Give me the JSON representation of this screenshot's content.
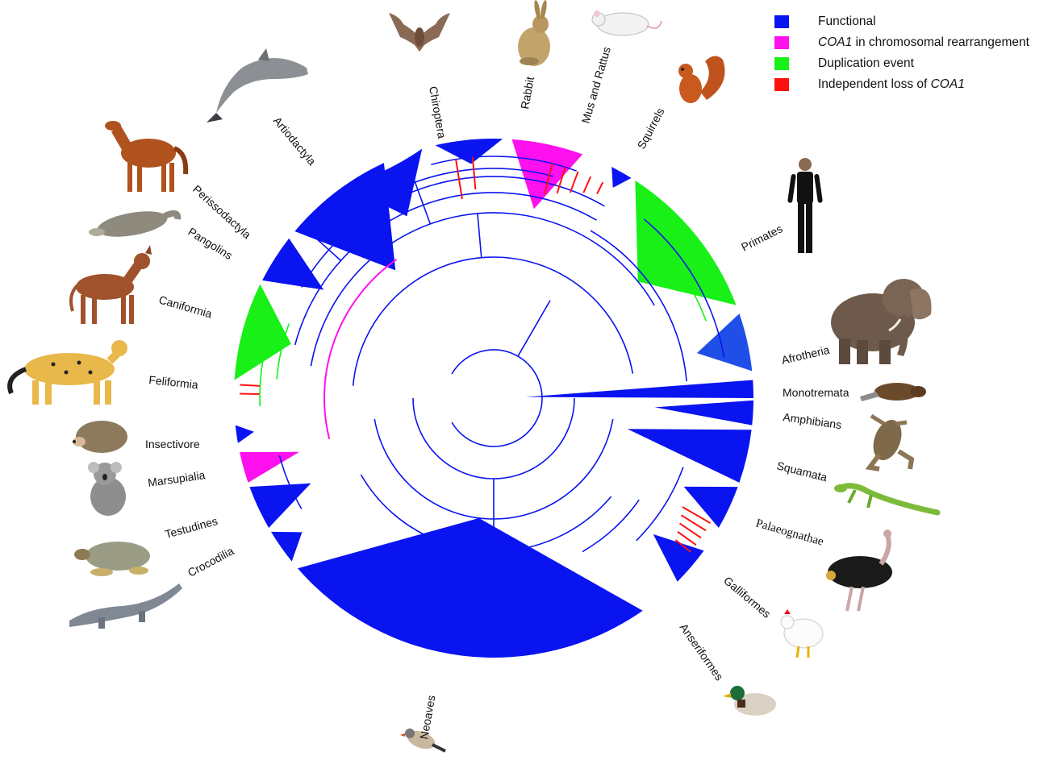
{
  "legend": {
    "items": [
      {
        "key": "functional",
        "color": "#0a14f0",
        "pre": "",
        "em": "",
        "post": "Functional"
      },
      {
        "key": "rearrangement",
        "color": "#ff10ee",
        "pre": "",
        "em": "COA1",
        "post": " in chromosomal rearrangement"
      },
      {
        "key": "duplication",
        "color": "#18f018",
        "pre": "",
        "em": "",
        "post": "Duplication event"
      },
      {
        "key": "loss",
        "color": "#ff1010",
        "pre": "Independent loss of ",
        "em": "COA1",
        "post": ""
      }
    ]
  },
  "colors": {
    "functional": "#0a14f0",
    "rearrangement": "#ff10ee",
    "duplication": "#18f018",
    "loss": "#ff1010",
    "afrotheria": "#1f4fe6"
  },
  "clades": {
    "chiroptera": "Chiroptera",
    "rabbit": "Rabbit",
    "mus_rattus": "Mus and Rattus",
    "squirrels": "Squirrels",
    "primates": "Primates",
    "afrotheria": "Afrotheria",
    "monotremata": "Monotremata",
    "amphibians": "Amphibians",
    "squamata": "Squamata",
    "palaeognathae": "Palaeognathae",
    "galliformes": "Galliformes",
    "anseriformes": "Anseriformes",
    "neoaves": "Neoaves",
    "crocodilia": "Crocodilia",
    "testudines": "Testudines",
    "marsupialia": "Marsupialia",
    "insectivore": "Insectivore",
    "feliformia": "Feliformia",
    "caniformia": "Caniformia",
    "pangolins": "Pangolins",
    "perissodactyla": "Perissodactyla",
    "artiodactyla": "Artiodactyla"
  },
  "animal_icons": [
    "bat-icon",
    "rabbit-icon",
    "mouse-icon",
    "squirrel-icon",
    "human-icon",
    "elephant-icon",
    "platypus-icon",
    "frog-icon",
    "lizard-icon",
    "ostrich-icon",
    "chicken-icon",
    "duck-icon",
    "finch-icon",
    "crocodile-icon",
    "turtle-icon",
    "koala-icon",
    "hedgehog-icon",
    "cheetah-icon",
    "dog-icon",
    "pangolin-icon",
    "horse-icon",
    "dolphin-icon"
  ]
}
